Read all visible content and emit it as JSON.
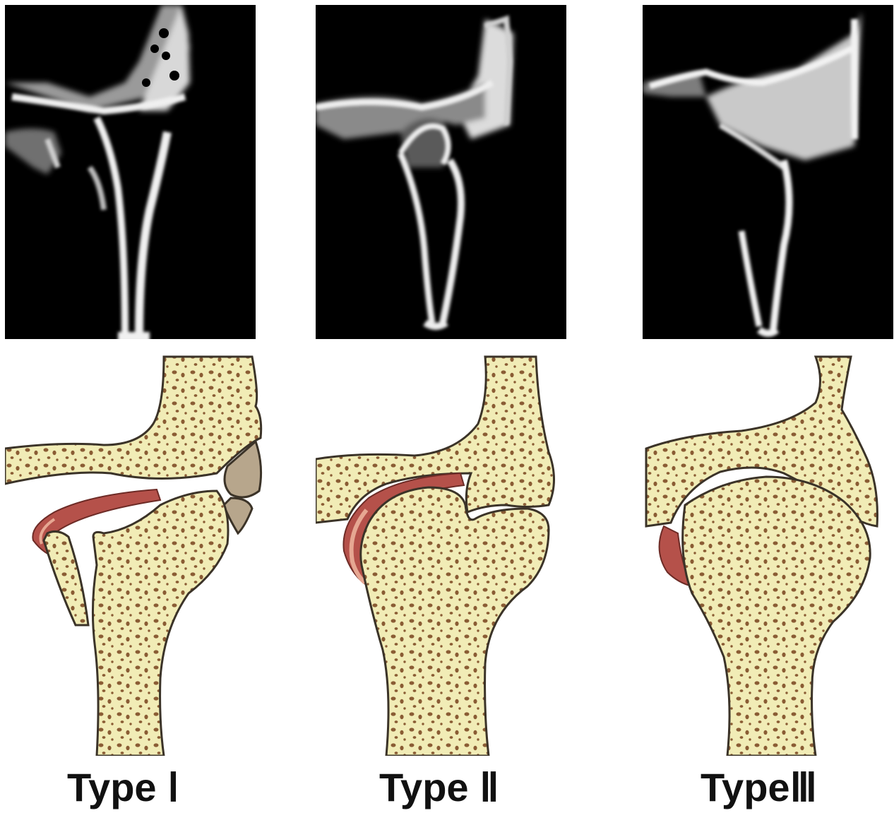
{
  "panels": [
    {
      "label": "Type Ⅰ"
    },
    {
      "label": "Type Ⅱ"
    },
    {
      "label": "TypeⅢ"
    }
  ],
  "colors": {
    "bone_fill": "#f1ecb6",
    "bone_outline": "#3b3328",
    "trabecular_dots": "#8a5c34",
    "disc_fill": "#b5514a",
    "disc_highlight": "#e6a792",
    "cartilage_gray": "#b7a68c",
    "ct_background": "#000000"
  }
}
